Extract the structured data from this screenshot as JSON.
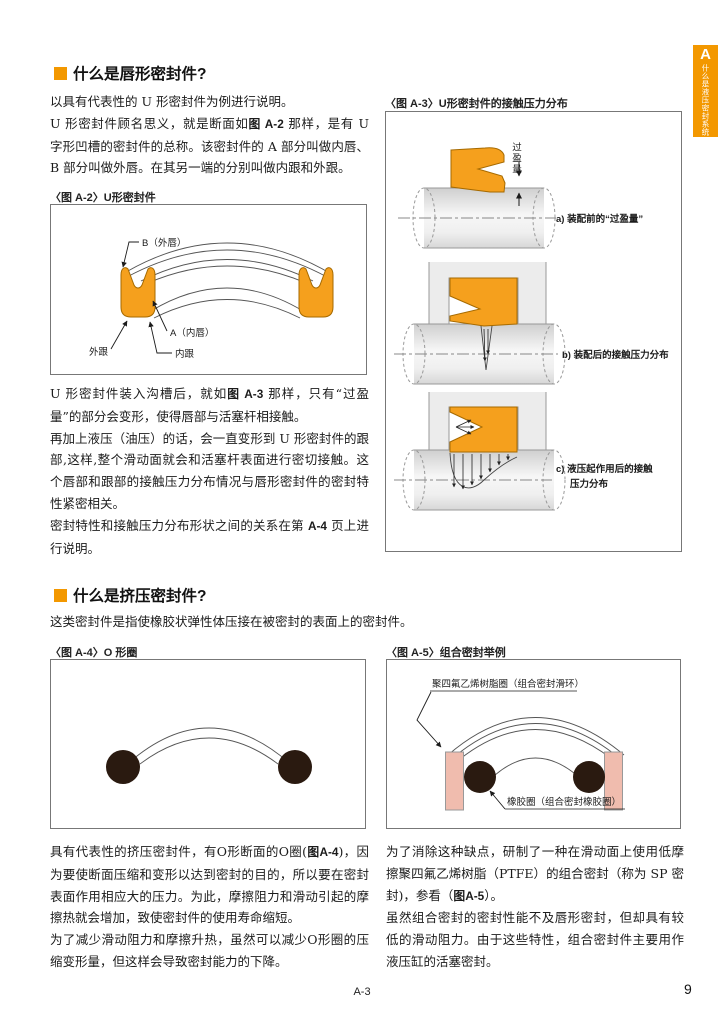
{
  "side_tab": {
    "letter": "A",
    "title": "什么是液压密封系统",
    "color": "#F39800"
  },
  "section1": {
    "heading": "什么是唇形密封件?"
  },
  "section2": {
    "heading": "什么是挤压密封件?",
    "intro": "这类密封件是指使橡胶状弹性体压接在被密封的表面上的密封件。"
  },
  "columns": {
    "top_left": [
      [
        {
          "t": "以具有代表性的 U 形密封件为例进行说明。"
        }
      ],
      [
        {
          "t": "U 形密封件顾名思义，就是断面如"
        },
        {
          "t": "图 A-2",
          "b": 1
        },
        {
          "t": " 那样，是有 U 字形凹槽的密封件的总称。该密封件的 A 部分叫做内唇、B 部分叫做外唇。在其另一端的分别叫做内跟和外跟。"
        }
      ]
    ],
    "mid_left": [
      [
        {
          "t": "U 形密封件装入沟槽后，就如"
        },
        {
          "t": "图 A-3",
          "b": 1
        },
        {
          "t": " 那样，只有“过盈量”的部分会变形，使得唇部与活塞杆相接触。"
        }
      ],
      [
        {
          "t": "再加上液压（油压）的话，会一直变形到 U 形密封件的跟部,这样,整个滑动面就会和活塞杆表面进行密切接触。这个唇部和跟部的接触压力分布情况与唇形密封件的密封特性紧密相关。"
        }
      ],
      [
        {
          "t": "密封特性和接触压力分布形状之间的关系在第 "
        },
        {
          "t": "A-4",
          "b": 1
        },
        {
          "t": " 页上进行说明。"
        }
      ]
    ],
    "bottom_left": [
      [
        {
          "t": "具有代表性的挤压密封件，有O形断面的O圈("
        },
        {
          "t": "图A-4",
          "b": 1
        },
        {
          "t": ")，因为要使断面压缩和变形以达到密封的目的，所以要在密封表面作用相应大的压力。为此，摩擦阻力和滑动引起的摩擦热就会增加，致使密封件的使用寿命缩短。"
        }
      ],
      [
        {
          "t": "为了减少滑动阻力和摩擦升热，虽然可以减少O形圈的压缩变形量，但这样会导致密封能力的下降。"
        }
      ]
    ],
    "bottom_right": [
      [
        {
          "t": "为了消除这种缺点，研制了一种在滑动面上使用低摩擦聚四氟乙烯树脂（PTFE）的组合密封（称为 SP 密封)，参看（"
        },
        {
          "t": "图A-5",
          "b": 1
        },
        {
          "t": "）。"
        }
      ],
      [
        {
          "t": "虽然组合密封的密封性能不及唇形密封，但却具有较低的滑动阻力。由于这些特性，组合密封件主要用作液压缸的活塞密封。"
        }
      ]
    ]
  },
  "figures": {
    "a2": {
      "caption": "〈图 A-2〉U形密封件",
      "label_b_outer": "B（外唇）",
      "label_a_inner": "A（内唇）",
      "label_outer_heel": "外跟",
      "label_inner_heel": "内跟",
      "seal_color": "#F5A01D"
    },
    "a3": {
      "caption": "〈图 A-3〉U形密封件的接触压力分布",
      "interference": "过盈量",
      "label_a": "a) 装配前的“过盈量”",
      "label_b": "b) 装配后的接触压力分布",
      "label_c_line1": "c) 液压起作用后的接触",
      "label_c_line2": "压力分布"
    },
    "a4": {
      "caption": "〈图 A-4〉O 形圈",
      "ring_color": "#2a1a10"
    },
    "a5": {
      "caption": "〈图 A-5〉组合密封举例",
      "label_top": "聚四氟乙烯树脂圈（组合密封滑环）",
      "label_bottom": "橡胶圈（组合密封橡胶圈）",
      "ptfe_color": "#f0bcae",
      "rubber_color": "#2a1a10"
    }
  },
  "footer": {
    "center": "A-3",
    "page": "9"
  }
}
